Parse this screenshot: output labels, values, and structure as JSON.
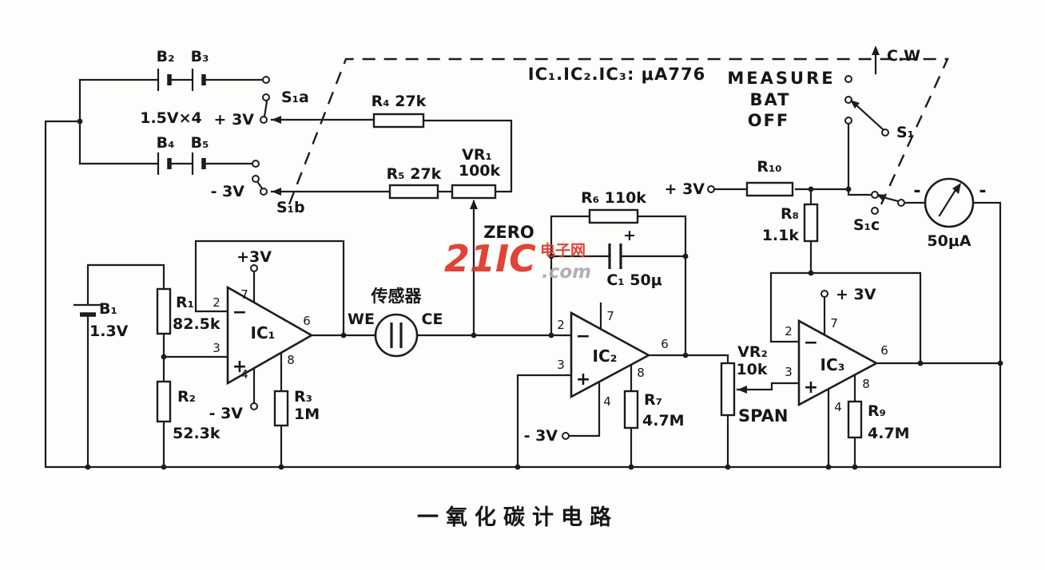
{
  "title": "一氧化碳计电路",
  "note_ics": "IC₁.IC₂.IC₃:  μA776",
  "watermark": {
    "brand": "21IC",
    "cn": "电子网",
    "com": ".com"
  },
  "batteries": {
    "b1": "B₁",
    "b1v": "1.3V",
    "b2": "B₂",
    "b3": "B₃",
    "b4": "B₄",
    "b5": "B₅",
    "bank": "1.5V×4"
  },
  "switches": {
    "s1a": "S₁a",
    "s1b": "S₁b",
    "s1c": "S₁c",
    "s1": "S₁",
    "measure": "MEASURE",
    "bat": "BAT",
    "off": "OFF",
    "cw": "C.W"
  },
  "supply": {
    "p3a": "+ 3V",
    "n3b": "- 3V",
    "p3_ic1": "+3V",
    "n3_ic1": "- 3V",
    "p3_r10": "+ 3V",
    "n3_ic2": "- 3V",
    "p3_ic3": "+ 3V"
  },
  "resistors": {
    "r1": "R₁",
    "r1v": "82.5k",
    "r2": "R₂",
    "r2v": "52.3k",
    "r3": "R₃",
    "r3v": "1M",
    "r4": "R₄ 27k",
    "r5": "R₅ 27k",
    "r6": "R₆ 110k",
    "r7": "R₇",
    "r7v": "4.7M",
    "r8": "R₈",
    "r8v": "1.1k",
    "r9": "R₉",
    "r9v": "4.7M",
    "r10": "R₁₀"
  },
  "pots": {
    "vr1": "VR₁",
    "vr1v": "100k",
    "zero": "ZERO",
    "vr2": "VR₂",
    "vr2v": "10k",
    "span": "SPAN"
  },
  "caps": {
    "c1": "C₁ 50μ",
    "plus": "+"
  },
  "ics": {
    "ic1": "IC₁",
    "ic2": "IC₂",
    "ic3": "IC₃",
    "minus": "−",
    "plus": "+"
  },
  "pins": {
    "p2": "2",
    "p3": "3",
    "p4": "4",
    "p6": "6",
    "p7": "7",
    "p8": "8"
  },
  "sensor": {
    "name": "传感器",
    "we": "WE",
    "ce": "CE"
  },
  "meter": {
    "value": "50μA",
    "minus": "-"
  }
}
